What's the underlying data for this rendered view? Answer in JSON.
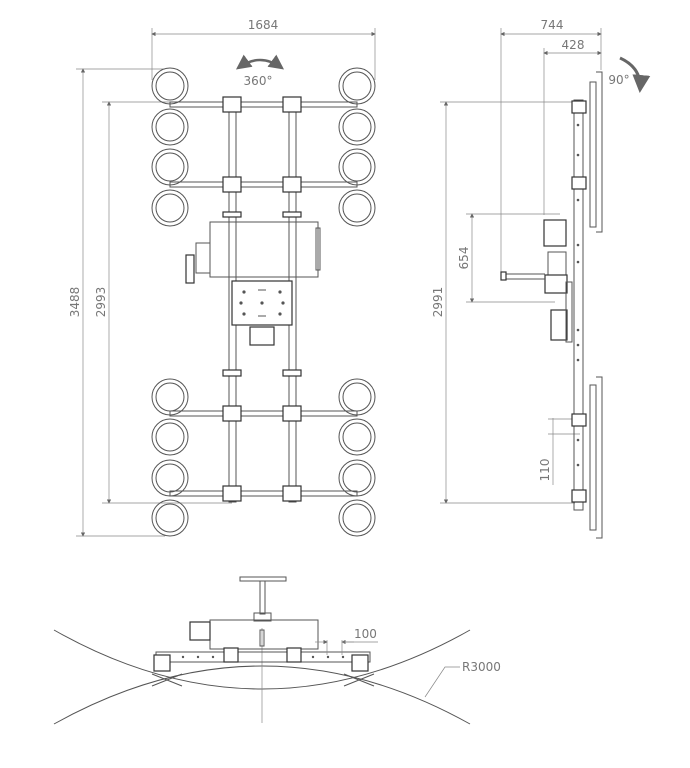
{
  "front_view": {
    "width_dim": "1684",
    "rotation_label": "360°",
    "overall_height_dim": "3488",
    "frame_height_dim": "2993"
  },
  "side_view": {
    "depth_dim": "744",
    "beam_depth_dim": "428",
    "tilt_label": "90°",
    "frame_height_dim": "2991",
    "control_height_dim": "654",
    "pitch_dim": "110"
  },
  "curved_view": {
    "offset_dim": "100",
    "radius_label": "R3000"
  },
  "colors": {
    "line": "#555555",
    "text": "#777777"
  }
}
